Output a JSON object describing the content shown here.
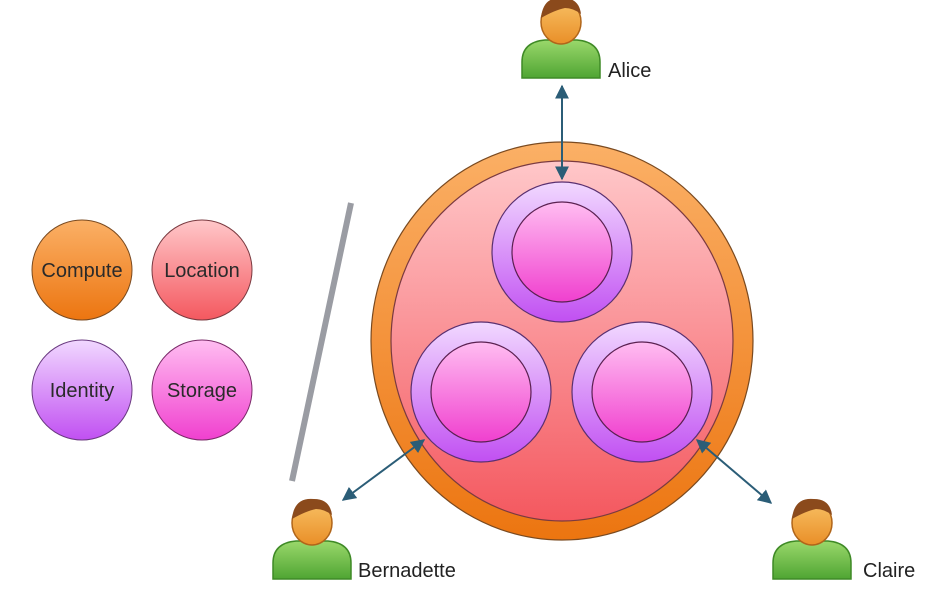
{
  "legend": [
    {
      "label": "Compute",
      "color": "#f07d1c"
    },
    {
      "label": "Location",
      "color": "#f3646c"
    },
    {
      "label": "Identity",
      "color": "#bf5cf0"
    },
    {
      "label": "Storage",
      "color": "#f24fd2"
    }
  ],
  "people": {
    "alice": {
      "name": "Alice"
    },
    "bernadette": {
      "name": "Bernadette"
    },
    "claire": {
      "name": "Claire"
    }
  },
  "colors": {
    "compute": "#f07d1c",
    "location": "#f3646c",
    "identity": "#bf5cf0",
    "storage": "#f24fd2",
    "arrow": "#2b5d77",
    "divider": "#9a9ca3",
    "person_body": "#5fb33e",
    "person_head": "#f1a339",
    "person_hair": "#8b4a1c"
  }
}
